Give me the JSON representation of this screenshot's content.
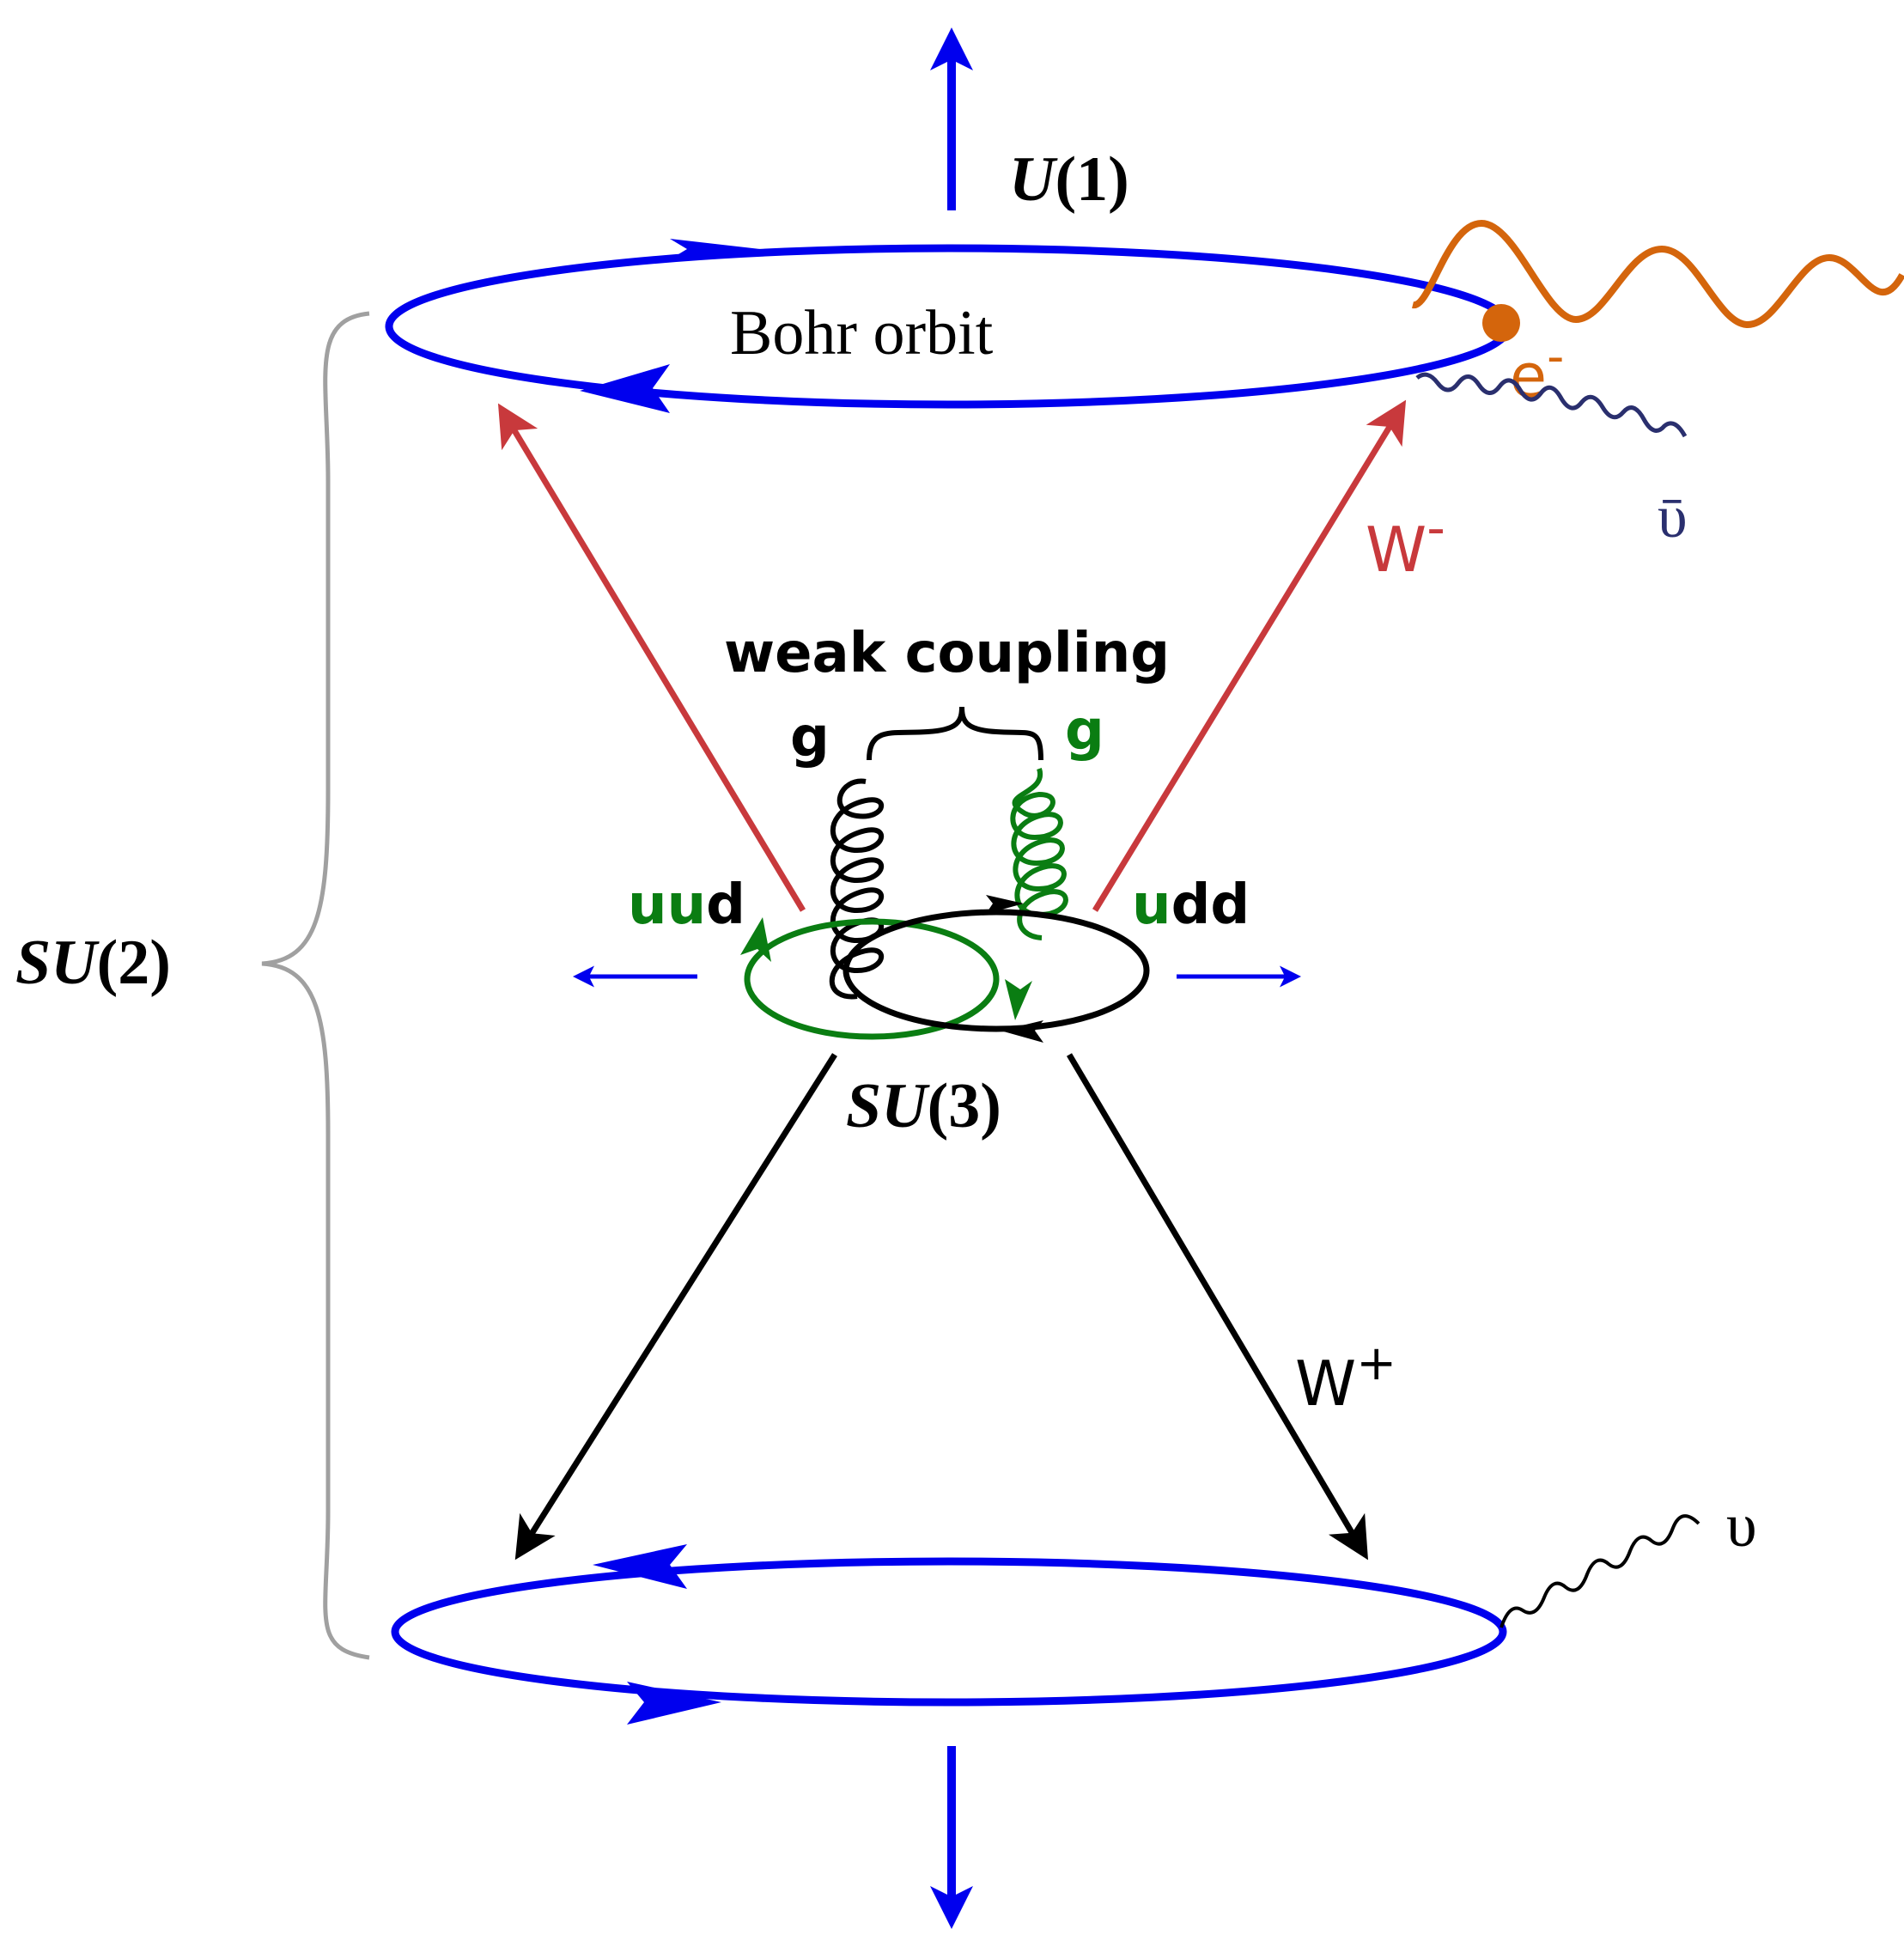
{
  "labels": {
    "u1": {
      "symbol": "U",
      "group": "(1)"
    },
    "su2": {
      "symbol": "SU",
      "group": "(2)"
    },
    "su3": {
      "symbol": "SU",
      "group": "(3)"
    },
    "bohr_orbit": "Bohr orbit",
    "electron": {
      "base": "e",
      "sup": "-"
    },
    "antineutrino": "ῡ",
    "neutrino": "υ",
    "w_minus": {
      "base": "W",
      "sup": "-"
    },
    "w_plus": {
      "base": "W",
      "sup": "+"
    },
    "weak_coupling": "weak coupling",
    "gluon_left": "g",
    "gluon_right": "g",
    "proton": {
      "green": "uu",
      "black": "d"
    },
    "neutron": {
      "green": "u",
      "black": "dd"
    }
  },
  "colors": {
    "blue": "#0000ee",
    "red": "#c8393c",
    "green": "#0a7d12",
    "orange": "#d4650c",
    "navy": "#2a2f6e",
    "gray": "#a0a0a0",
    "black": "#000000"
  }
}
